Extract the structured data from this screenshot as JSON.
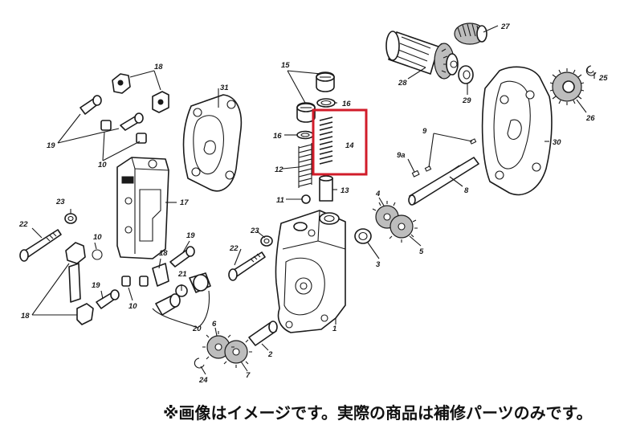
{
  "caption": "※画像はイメージです。実際の商品は補修パーツのみです。",
  "highlight_color": "#d11c2a",
  "highlighted_part": "14",
  "labels": {
    "p1": "1",
    "p2": "2",
    "p3": "3",
    "p4": "4",
    "p5": "5",
    "p6": "6",
    "p7": "7",
    "p8": "8",
    "p9": "9",
    "p9a": "9a",
    "p10a": "10",
    "p10b": "10",
    "p10c": "10",
    "p11": "11",
    "p12": "12",
    "p13": "13",
    "p14": "14",
    "p15": "15",
    "p16a": "16",
    "p16b": "16",
    "p17": "17",
    "p18a": "18",
    "p18b": "18",
    "p19a": "19",
    "p19b": "19",
    "p19c": "19",
    "p20": "20",
    "p21": "21",
    "p22a": "22",
    "p22b": "22",
    "p23a": "23",
    "p23b": "23",
    "p24": "24",
    "p25": "25",
    "p26": "26",
    "p27": "27",
    "p28": "28",
    "p29": "29",
    "p30": "30",
    "p31": "31"
  }
}
